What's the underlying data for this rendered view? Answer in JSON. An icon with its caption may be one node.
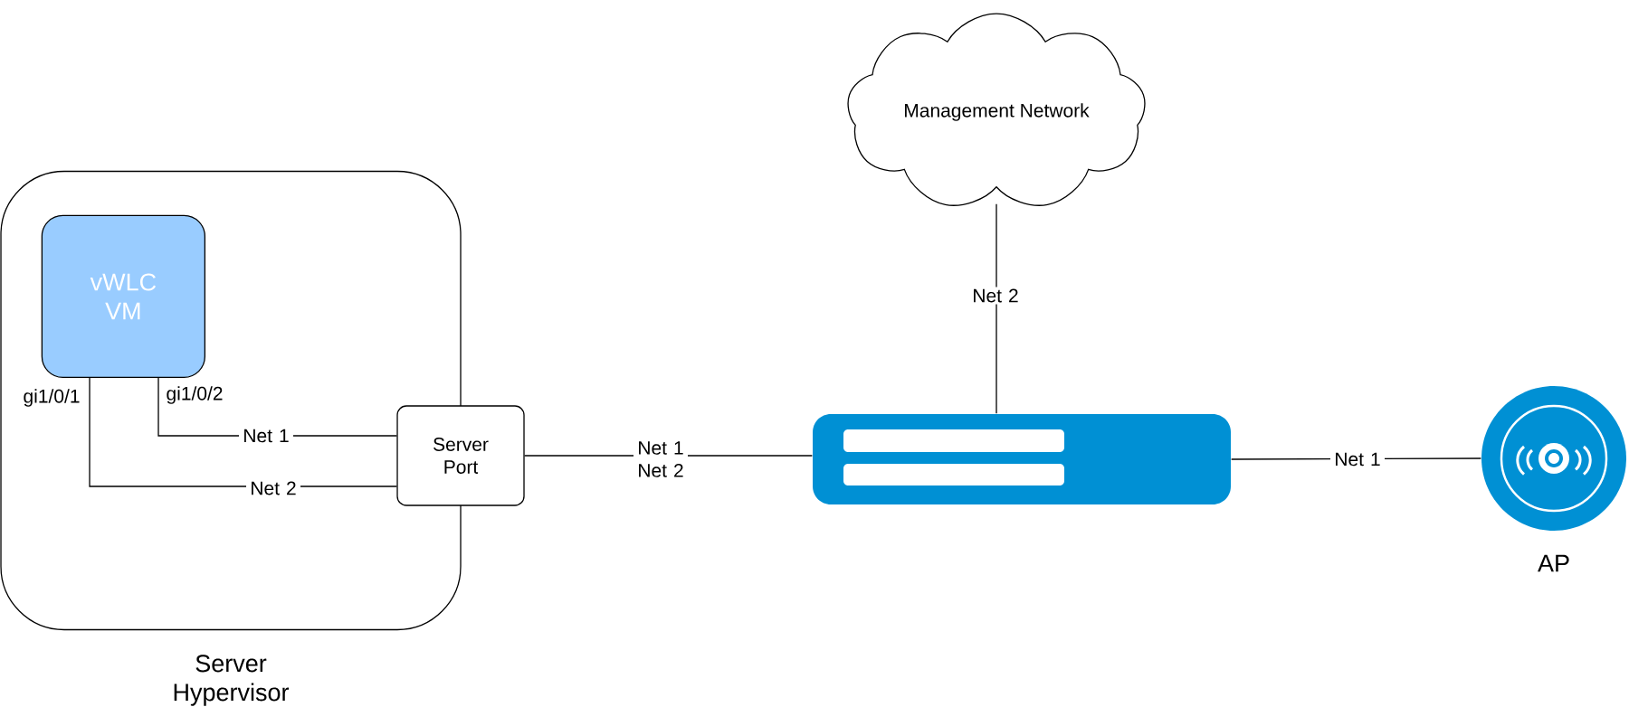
{
  "diagram": {
    "nodes": [
      {
        "text": [
          "Server Hypervisor"
        ]
      },
      {
        "text": [
          "vWLC VM"
        ],
        "in": 0
      },
      {
        "text": [
          "Server Port"
        ]
      },
      {
        "text": [
          "Management Network"
        ]
      },
      {
        "text": [],
        "shape": "picture"
      },
      {
        "text": [
          "AP"
        ]
      }
    ],
    "edges": [
      {
        "from": 1,
        "to": 2,
        "arrow": "none",
        "label": "Net 1"
      },
      {
        "from": 1,
        "to": 2,
        "arrow": "none",
        "label": "Net 2"
      },
      {
        "from": 2,
        "to": 4,
        "arrow": "none",
        "label": "Net 1 Net 2"
      },
      {
        "from": 3,
        "to": 4,
        "arrow": "none",
        "label": "Net 2"
      },
      {
        "from": 4,
        "to": 5,
        "arrow": "none",
        "label": "Net 1"
      }
    ],
    "labels": [
      "gi1/0/1",
      "gi1/0/2"
    ]
  }
}
